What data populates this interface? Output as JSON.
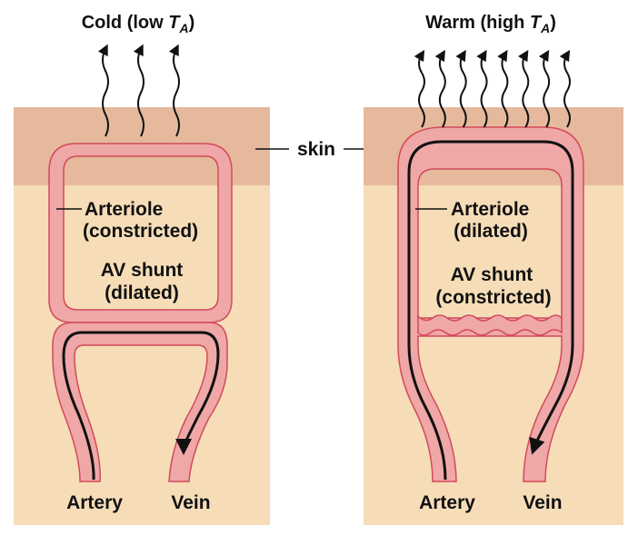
{
  "colors": {
    "skin": "#E6B99D",
    "tissue": "#F6DDB8",
    "vessel_fill": "#EFA7A8",
    "vessel_outline": "#D24A5A",
    "lumen": "#F6DDB8",
    "arrow": "#111111"
  },
  "cold_panel": {
    "title_prefix": "Cold (low ",
    "title_var": "T",
    "title_sub": "A",
    "title_suffix": ")",
    "heat_arrow_count": 3,
    "arteriole_line1": "Arteriole",
    "arteriole_line2": "(constricted)",
    "shunt_line1": "AV shunt",
    "shunt_line2": "(dilated)",
    "artery": "Artery",
    "vein": "Vein"
  },
  "warm_panel": {
    "title_prefix": "Warm (high ",
    "title_var": "T",
    "title_sub": "A",
    "title_suffix": ")",
    "heat_arrow_count": 8,
    "arteriole_line1": "Arteriole",
    "arteriole_line2": "(dilated)",
    "shunt_line1": "AV shunt",
    "shunt_line2": "(constricted)",
    "artery": "Artery",
    "vein": "Vein"
  },
  "skin_label": "skin"
}
